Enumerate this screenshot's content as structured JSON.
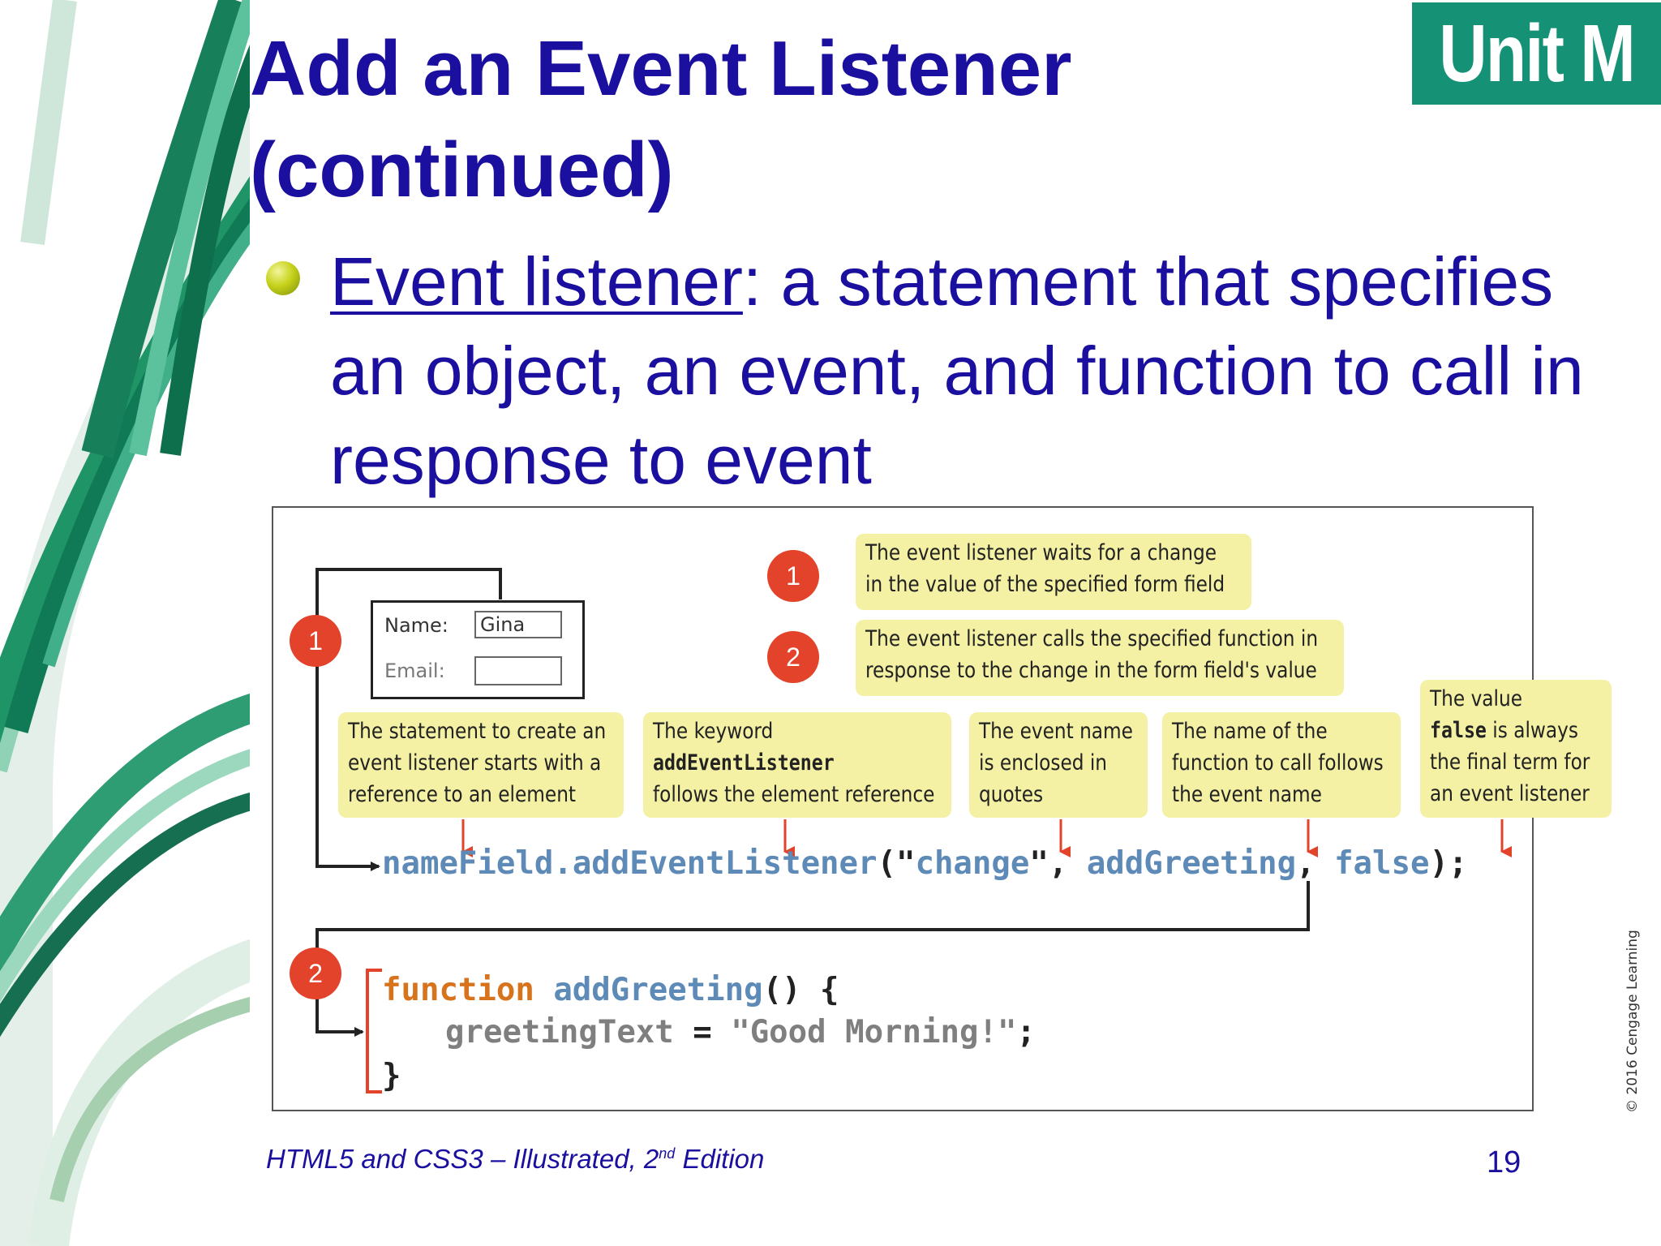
{
  "slide": {
    "title_line1": "Add an Event Listener",
    "title_line2": "(continued)",
    "unit_badge": "Unit M",
    "bullet_term": "Event listener",
    "bullet_rest": ": a statement that specifies an object, an event, and function to call in response to event",
    "footer_book": "HTML5 and CSS3 – Illustrated, 2",
    "footer_sup": "nd",
    "footer_edition": " Edition",
    "page_number": "19"
  },
  "figure": {
    "form": {
      "name_label": "Name:",
      "name_value": "Gina",
      "email_label": "Email:"
    },
    "markers": {
      "one": "1",
      "two": "2"
    },
    "legend": {
      "one": "The event listener waits for a change\nin the value of the specified form field",
      "two": "The event listener calls the specified function in\nresponse to the change in the form field's value"
    },
    "callouts": {
      "element_ref": "The statement to create an\nevent listener starts with a\nreference to an element",
      "keyword_pre": "The keyword",
      "keyword_code": "addEventListener",
      "keyword_post": "follows the element reference",
      "event_name": "The event name\nis enclosed in\nquotes",
      "function_name": "The name of the\nfunction to call follows\nthe event name",
      "value_pre": "The value",
      "value_code": "false",
      "value_post": " is always\nthe final term for\nan event listener"
    },
    "code": {
      "object": "nameField",
      "dot": ".",
      "method": "addEventListener",
      "open": "(\"",
      "event": "change",
      "sep1": "\", ",
      "handler": "addGreeting",
      "sep2": ", ",
      "bool": "false",
      "close": ");",
      "fn_keyword": "function",
      "fn_name": "addGreeting",
      "fn_open": "() {",
      "body_var": "greetingText",
      "body_eq": " = ",
      "body_str": "\"Good Morning!\"",
      "body_end": ";",
      "fn_close": "}"
    },
    "credit": "© 2016 Cengage Learning"
  },
  "colors": {
    "title_blue": "#1a0f9e",
    "badge_green": "#159175",
    "callout_yellow": "#f4f1a5",
    "marker_red": "#e2432a",
    "code_blue": "#5d8ab6",
    "code_orange": "#d8731d",
    "code_gray": "#7f7f7f",
    "bullet_green": "#c6d21b"
  },
  "icons": {
    "bullet": "lime-sphere-bullet",
    "decoration": "green-stripe-decoration"
  }
}
